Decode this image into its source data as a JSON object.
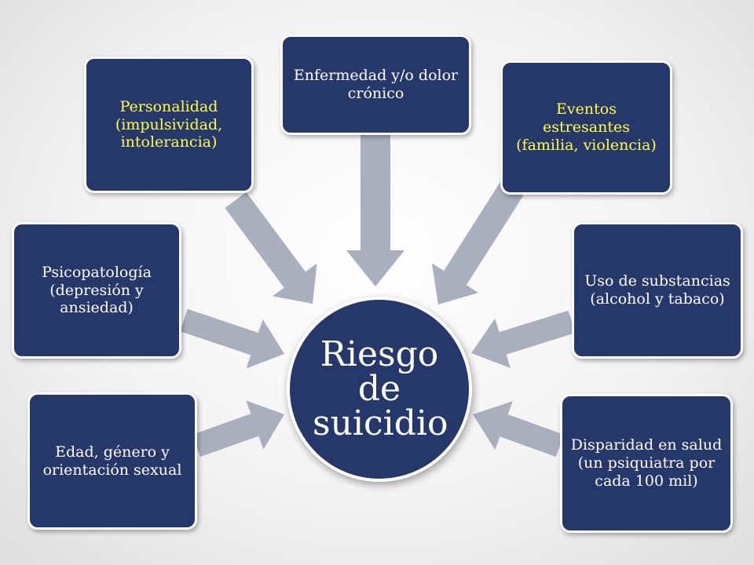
{
  "colors": {
    "box_fill": "#26376a",
    "box_border": "#ffffff",
    "highlight_text": "#ffff4a",
    "normal_text": "#ffffff",
    "arrow": "#a9afbc"
  },
  "center": {
    "label": "Riesgo de suicidio"
  },
  "factors": {
    "personalidad": "Personalidad (impulsividad, intolerancia)",
    "enfermedad": "Enfermedad y/o dolor crónico",
    "eventos": "Eventos estresantes (familia, violencia)",
    "psicopatologia": "Psicopatología (depresión y ansiedad)",
    "substancias": "Uso de substancias (alcohol y tabaco)",
    "edad": "Edad, género y orientación sexual",
    "disparidad": "Disparidad en salud (un psiquiatra por cada 100 mil)"
  }
}
